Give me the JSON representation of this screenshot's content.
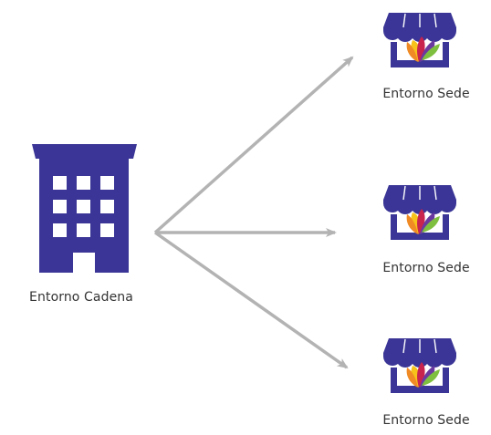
{
  "diagram": {
    "chain": {
      "label": "Entorno Cadena",
      "icon": "office-building-icon"
    },
    "stores": [
      {
        "label": "Entorno Sede",
        "icon": "storefront-icon"
      },
      {
        "label": "Entorno Sede",
        "icon": "storefront-icon"
      },
      {
        "label": "Entorno Sede",
        "icon": "storefront-icon"
      }
    ],
    "colors": {
      "icon_primary": "#3a3596",
      "arrow": "#b3b3b3",
      "logo_orange": "#f08a24",
      "logo_red": "#c8244e",
      "logo_purple": "#6b3aa0",
      "logo_yellow": "#f7c21a",
      "logo_green": "#7fbf3f",
      "text": "#333333"
    }
  }
}
